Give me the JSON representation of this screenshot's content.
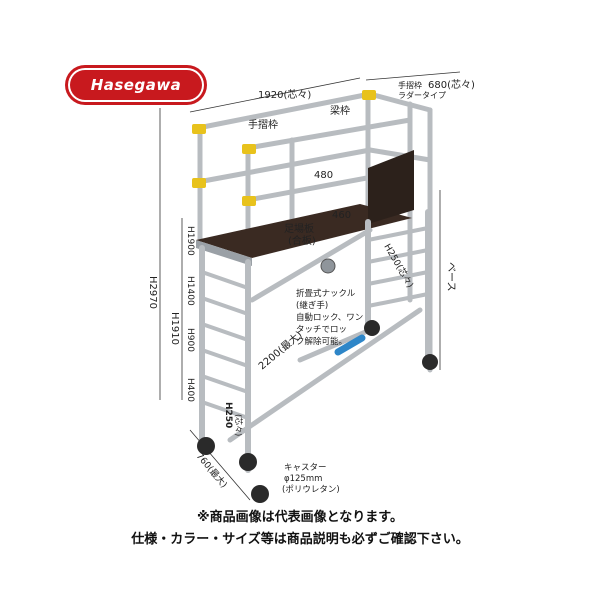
{
  "brand": {
    "logo_text": "Hasegawa",
    "color": "#c8191e"
  },
  "dimensions": {
    "width": "1920(芯々)",
    "depth": "680(芯々)",
    "total_height": "H2970",
    "height_1910": "H1910",
    "h1900": "H1900",
    "h1400": "H1400",
    "h900": "H900",
    "h400": "H400",
    "h250_left": "H250",
    "h250_left_sub": "(芯々)",
    "h250_right": "H250(芯々)",
    "diag": "2200(最大)",
    "bottom": "760(最大)",
    "base": "ベース",
    "deck_w": "480",
    "deck_d": "460"
  },
  "parts": {
    "handrail": "手摺枠",
    "beam": "梁枠",
    "ladder_rail": "手摺枠",
    "ladder_type": "ラダータイプ",
    "deck_line1": "足場板",
    "deck_line2": "(合板)",
    "knuckle": [
      "折畳式ナックル",
      "(継ぎ手)",
      "自動ロック、ワン",
      "タッチでロッ",
      "ク解除可能。"
    ],
    "caster": [
      "キャスター",
      "φ125mm",
      "(ポリウレタン)"
    ]
  },
  "notice": {
    "line1": "※商品画像は代表画像となります。",
    "line2": "仕様・カラー・サイズ等は商品説明も必ずご確認下さい。"
  },
  "colors": {
    "frame": "#b8bcc0",
    "deck": "#3a2a22",
    "accent_yellow": "#e8c21c",
    "accent_blue": "#2e86c8"
  }
}
